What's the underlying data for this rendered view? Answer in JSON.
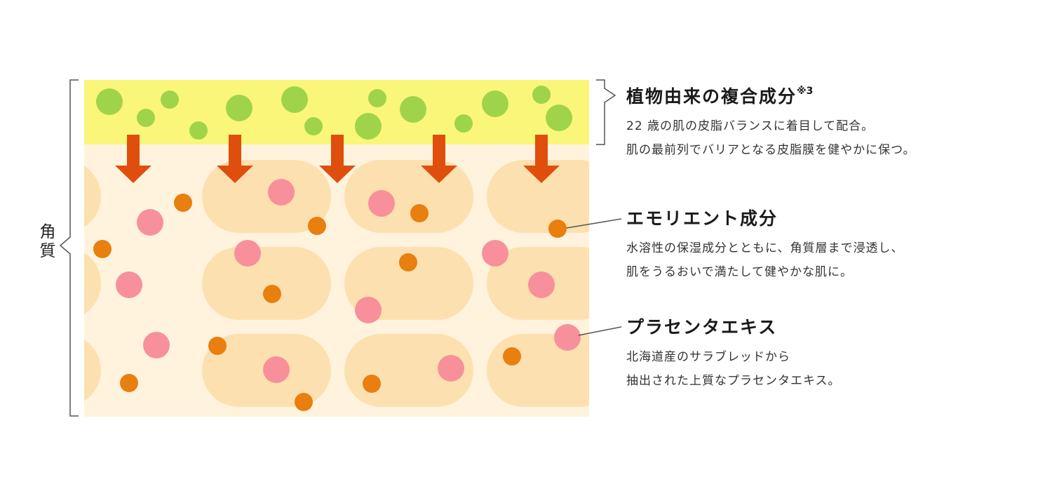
{
  "stratum_label": "角質",
  "colors": {
    "plant_layer": "#faf67a",
    "background_layer": "#fff3dd",
    "cell": "#fde0b0",
    "green_dot": "#9fd44a",
    "arrow": "#e04e0e",
    "orange_dot": "#e87f0f",
    "pink_dot": "#f7909b",
    "bracket_line": "#555555"
  },
  "sections": [
    {
      "title": "植物由来の複合成分",
      "note": "※3",
      "lines": [
        "22 歳の肌の皮脂バランスに着目して配合。",
        "肌の最前列でバリアとなる皮脂膜を健やかに保つ。"
      ]
    },
    {
      "title": "エモリエント成分",
      "lines": [
        "水溶性の保湿成分とともに、角質層まで浸透し、",
        "肌をうるおいで満たして健やかな肌に。"
      ]
    },
    {
      "title": "プラセンタエキス",
      "lines": [
        "北海道産のサラブレッドから",
        "抽出された上質なプラセンタエキス。"
      ]
    }
  ]
}
